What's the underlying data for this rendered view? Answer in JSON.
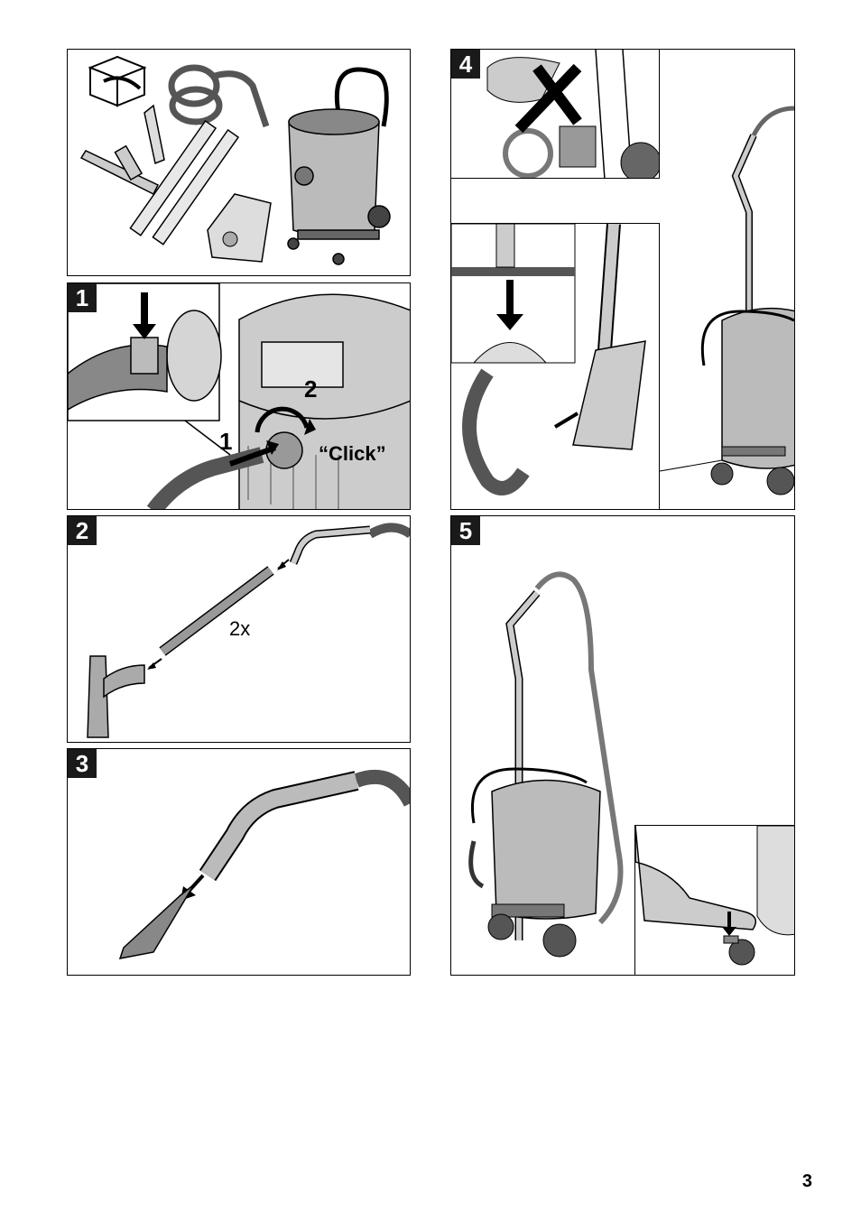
{
  "page": {
    "number": "3"
  },
  "panels": [
    {
      "id": "contents",
      "badge": ""
    },
    {
      "id": "step1",
      "badge": "1",
      "callouts": {
        "one": "1",
        "two": "2",
        "click": "“Click”"
      }
    },
    {
      "id": "step2",
      "badge": "2",
      "callouts": {
        "repeat": "2x"
      }
    },
    {
      "id": "step3",
      "badge": "3"
    },
    {
      "id": "step4",
      "badge": "4"
    },
    {
      "id": "step5",
      "badge": "5"
    }
  ],
  "colors": {
    "line": "#000000",
    "fill_light": "#d9d9d9",
    "fill_mid": "#a6a6a6",
    "fill_dark": "#595959",
    "badge": "#1a1a1a"
  }
}
